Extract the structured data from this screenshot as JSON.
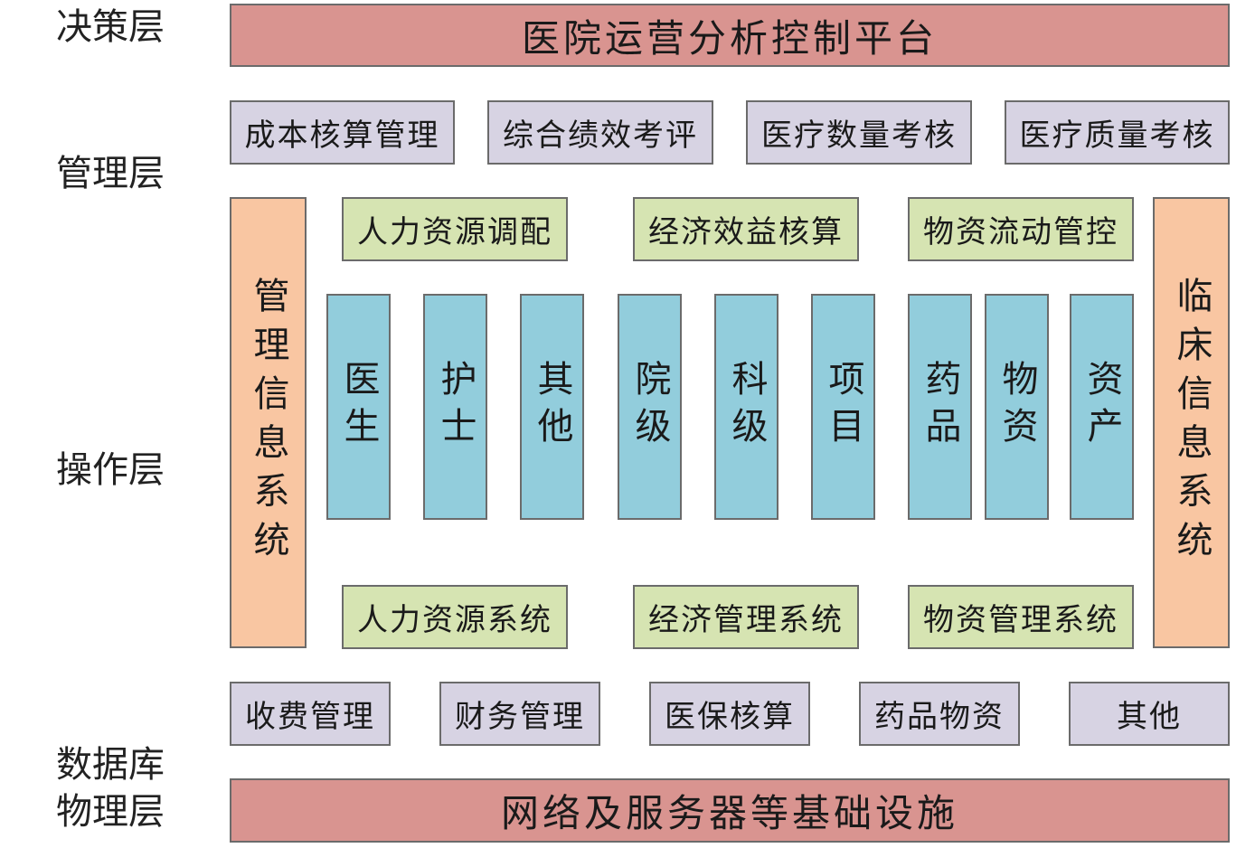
{
  "layers": {
    "decision": "决策层",
    "management": "管理层",
    "operation": "操作层",
    "database": "数据库",
    "physical": "物理层"
  },
  "top_platform": "医院运营分析控制平台",
  "management_boxes": [
    "成本核算管理",
    "综合绩效考评",
    "医疗数量考核",
    "医疗质量考核"
  ],
  "left_system": "管理信息系统",
  "right_system": "临床信息系统",
  "top_green": [
    "人力资源调配",
    "经济效益核算",
    "物资流动管控"
  ],
  "columns": [
    "医生",
    "护士",
    "其他",
    "院级",
    "科级",
    "项目",
    "药品",
    "物资",
    "资产"
  ],
  "bottom_green": [
    "人力资源系统",
    "经济管理系统",
    "物资管理系统"
  ],
  "database_boxes": [
    "收费管理",
    "财务管理",
    "医保核算",
    "药品物资",
    "其他"
  ],
  "bottom_platform": "网络及服务器等基础设施",
  "colors": {
    "platform": "#d99490",
    "lavender": "#d7d3e3",
    "green": "#d6e4b2",
    "blue": "#92cddc",
    "orange": "#f9c6a2"
  }
}
